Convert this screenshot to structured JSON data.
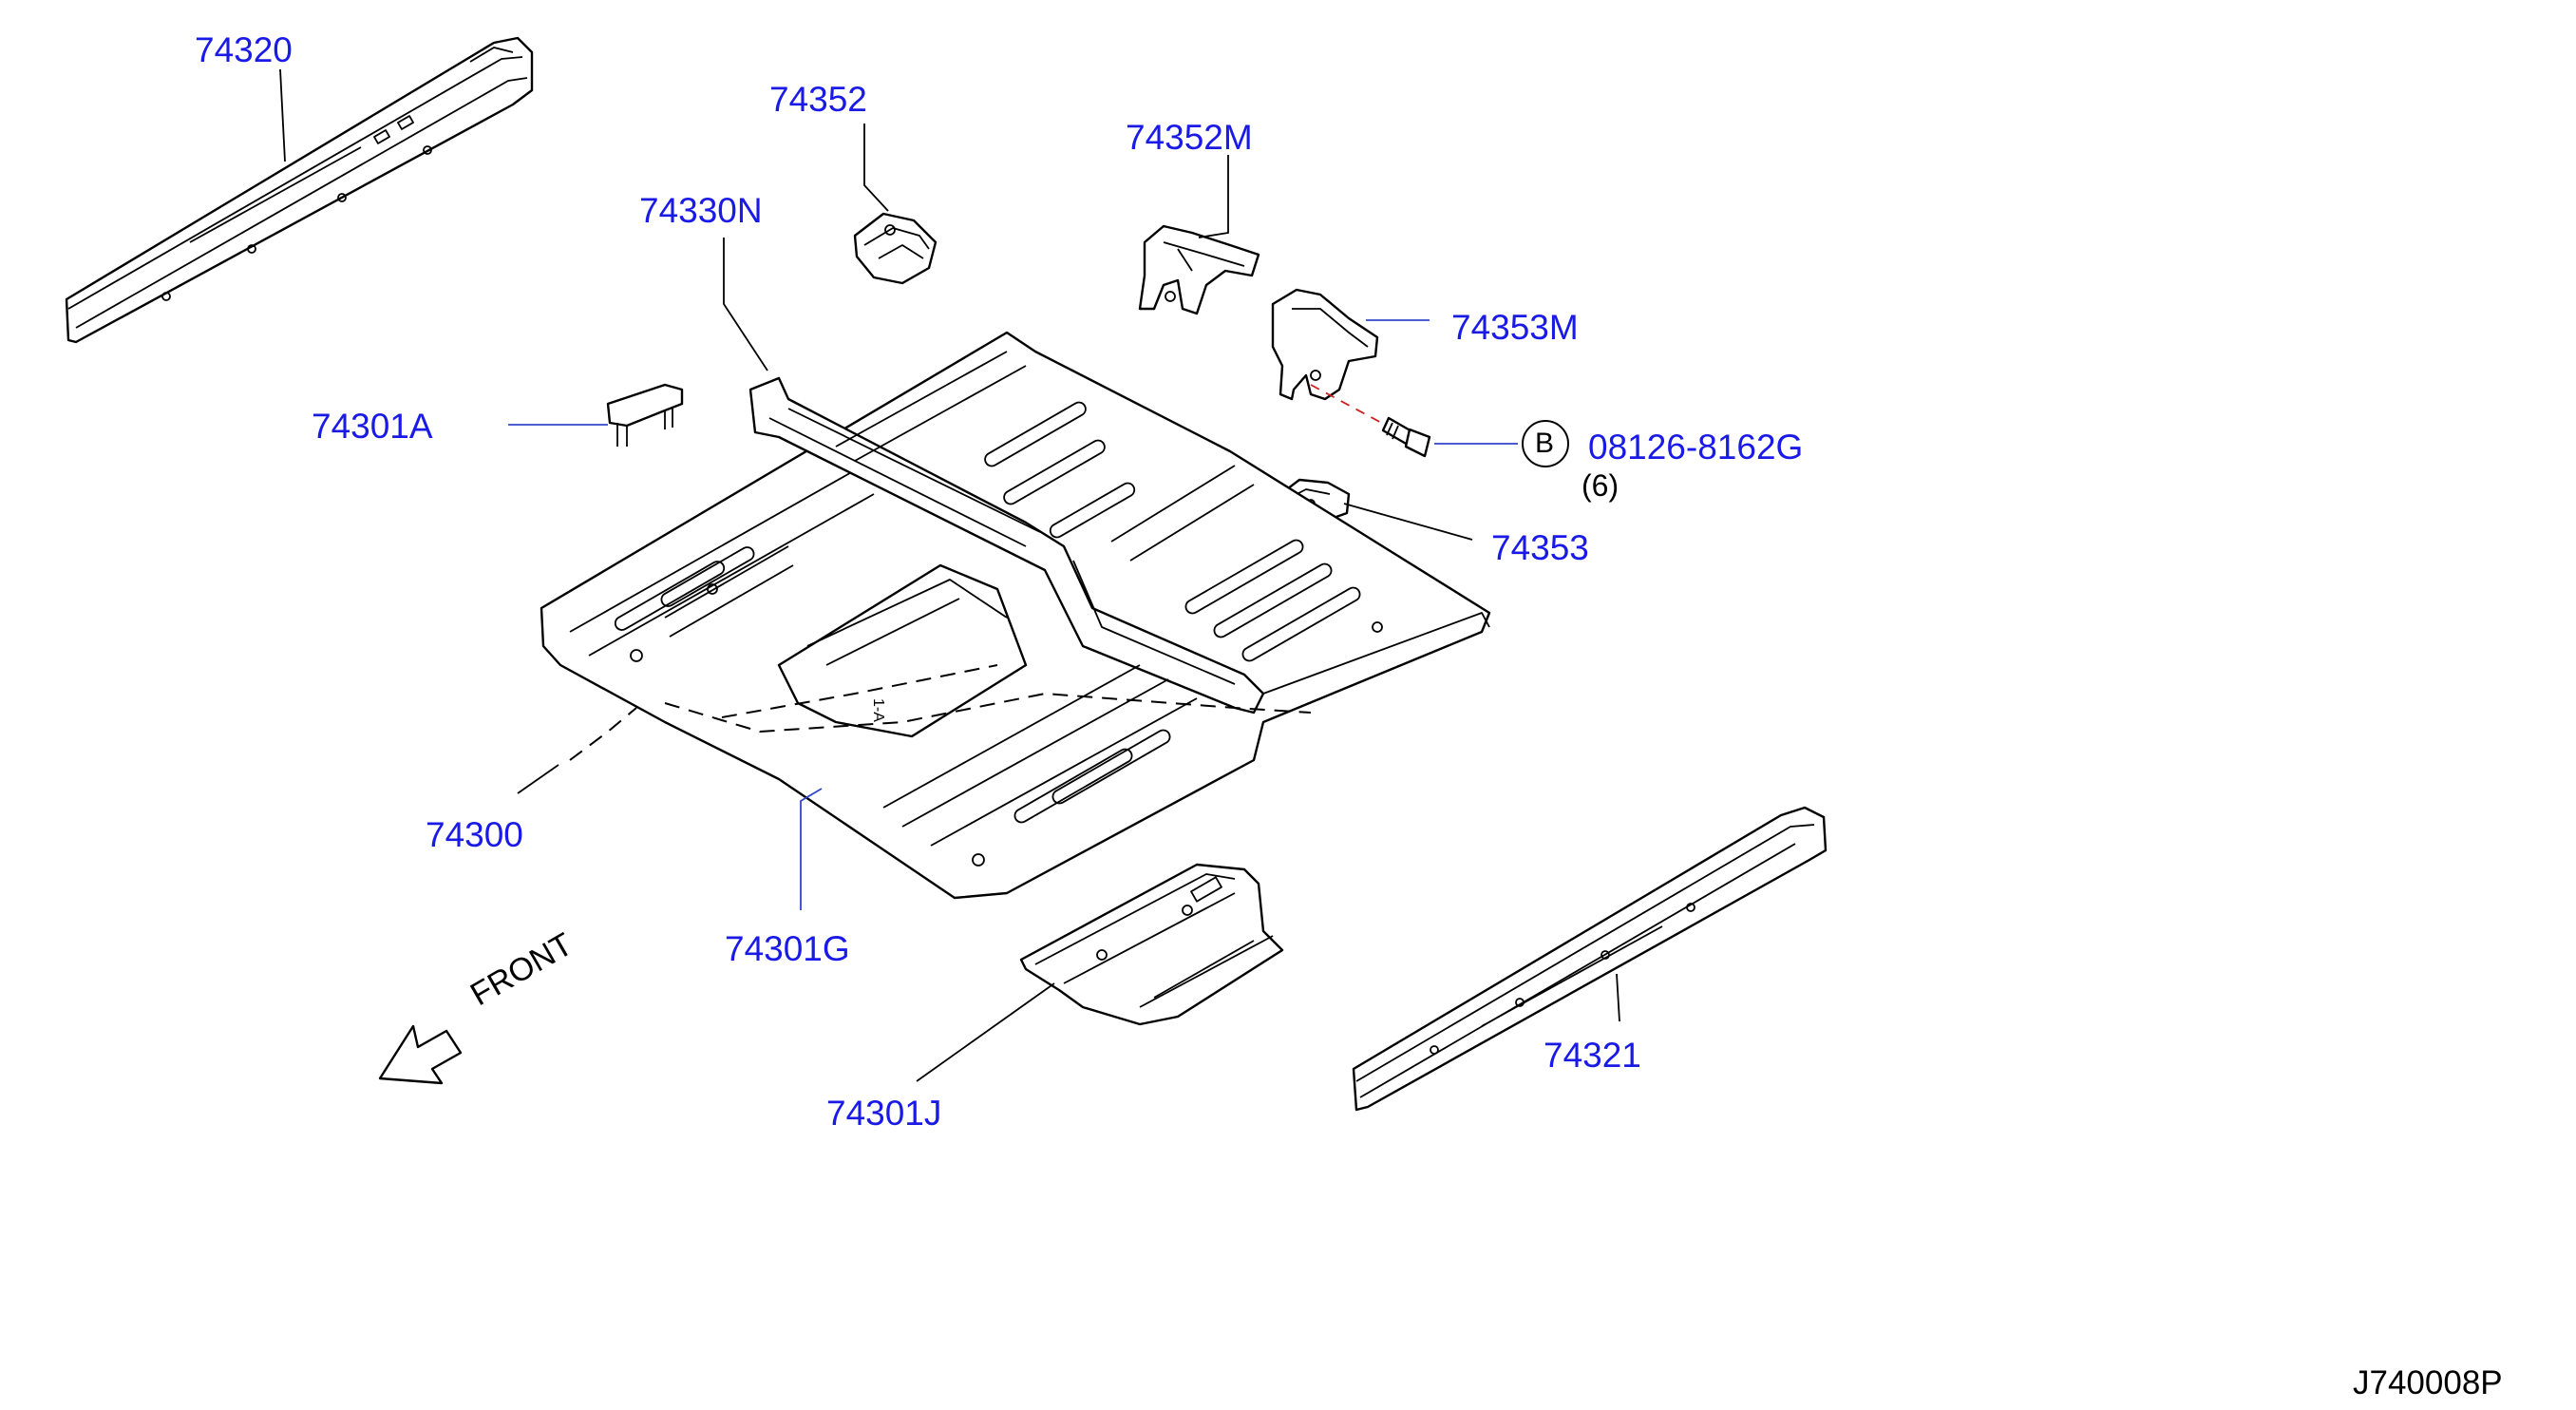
{
  "diagram": {
    "part_labels": [
      {
        "id": "74320",
        "text": "74320"
      },
      {
        "id": "74352",
        "text": "74352"
      },
      {
        "id": "74352M",
        "text": "74352M"
      },
      {
        "id": "74330N",
        "text": "74330N"
      },
      {
        "id": "74353M",
        "text": "74353M"
      },
      {
        "id": "74301A",
        "text": "74301A"
      },
      {
        "id": "08126-8162G",
        "text": "08126-8162G"
      },
      {
        "id": "74353",
        "text": "74353"
      },
      {
        "id": "74300",
        "text": "74300"
      },
      {
        "id": "74301G",
        "text": "74301G"
      },
      {
        "id": "74321",
        "text": "74321"
      },
      {
        "id": "74301J",
        "text": "74301J"
      }
    ],
    "bolt_callout": {
      "letter": "B",
      "quantity": "(6)"
    },
    "direction": {
      "text": "FRONT",
      "icon": "front-arrow-icon"
    },
    "figure_code": "J740008P",
    "colors": {
      "label": "#1a1ae6",
      "leader": "#3344cc",
      "line": "#000000",
      "bolt_axis": "#cc2222"
    }
  }
}
